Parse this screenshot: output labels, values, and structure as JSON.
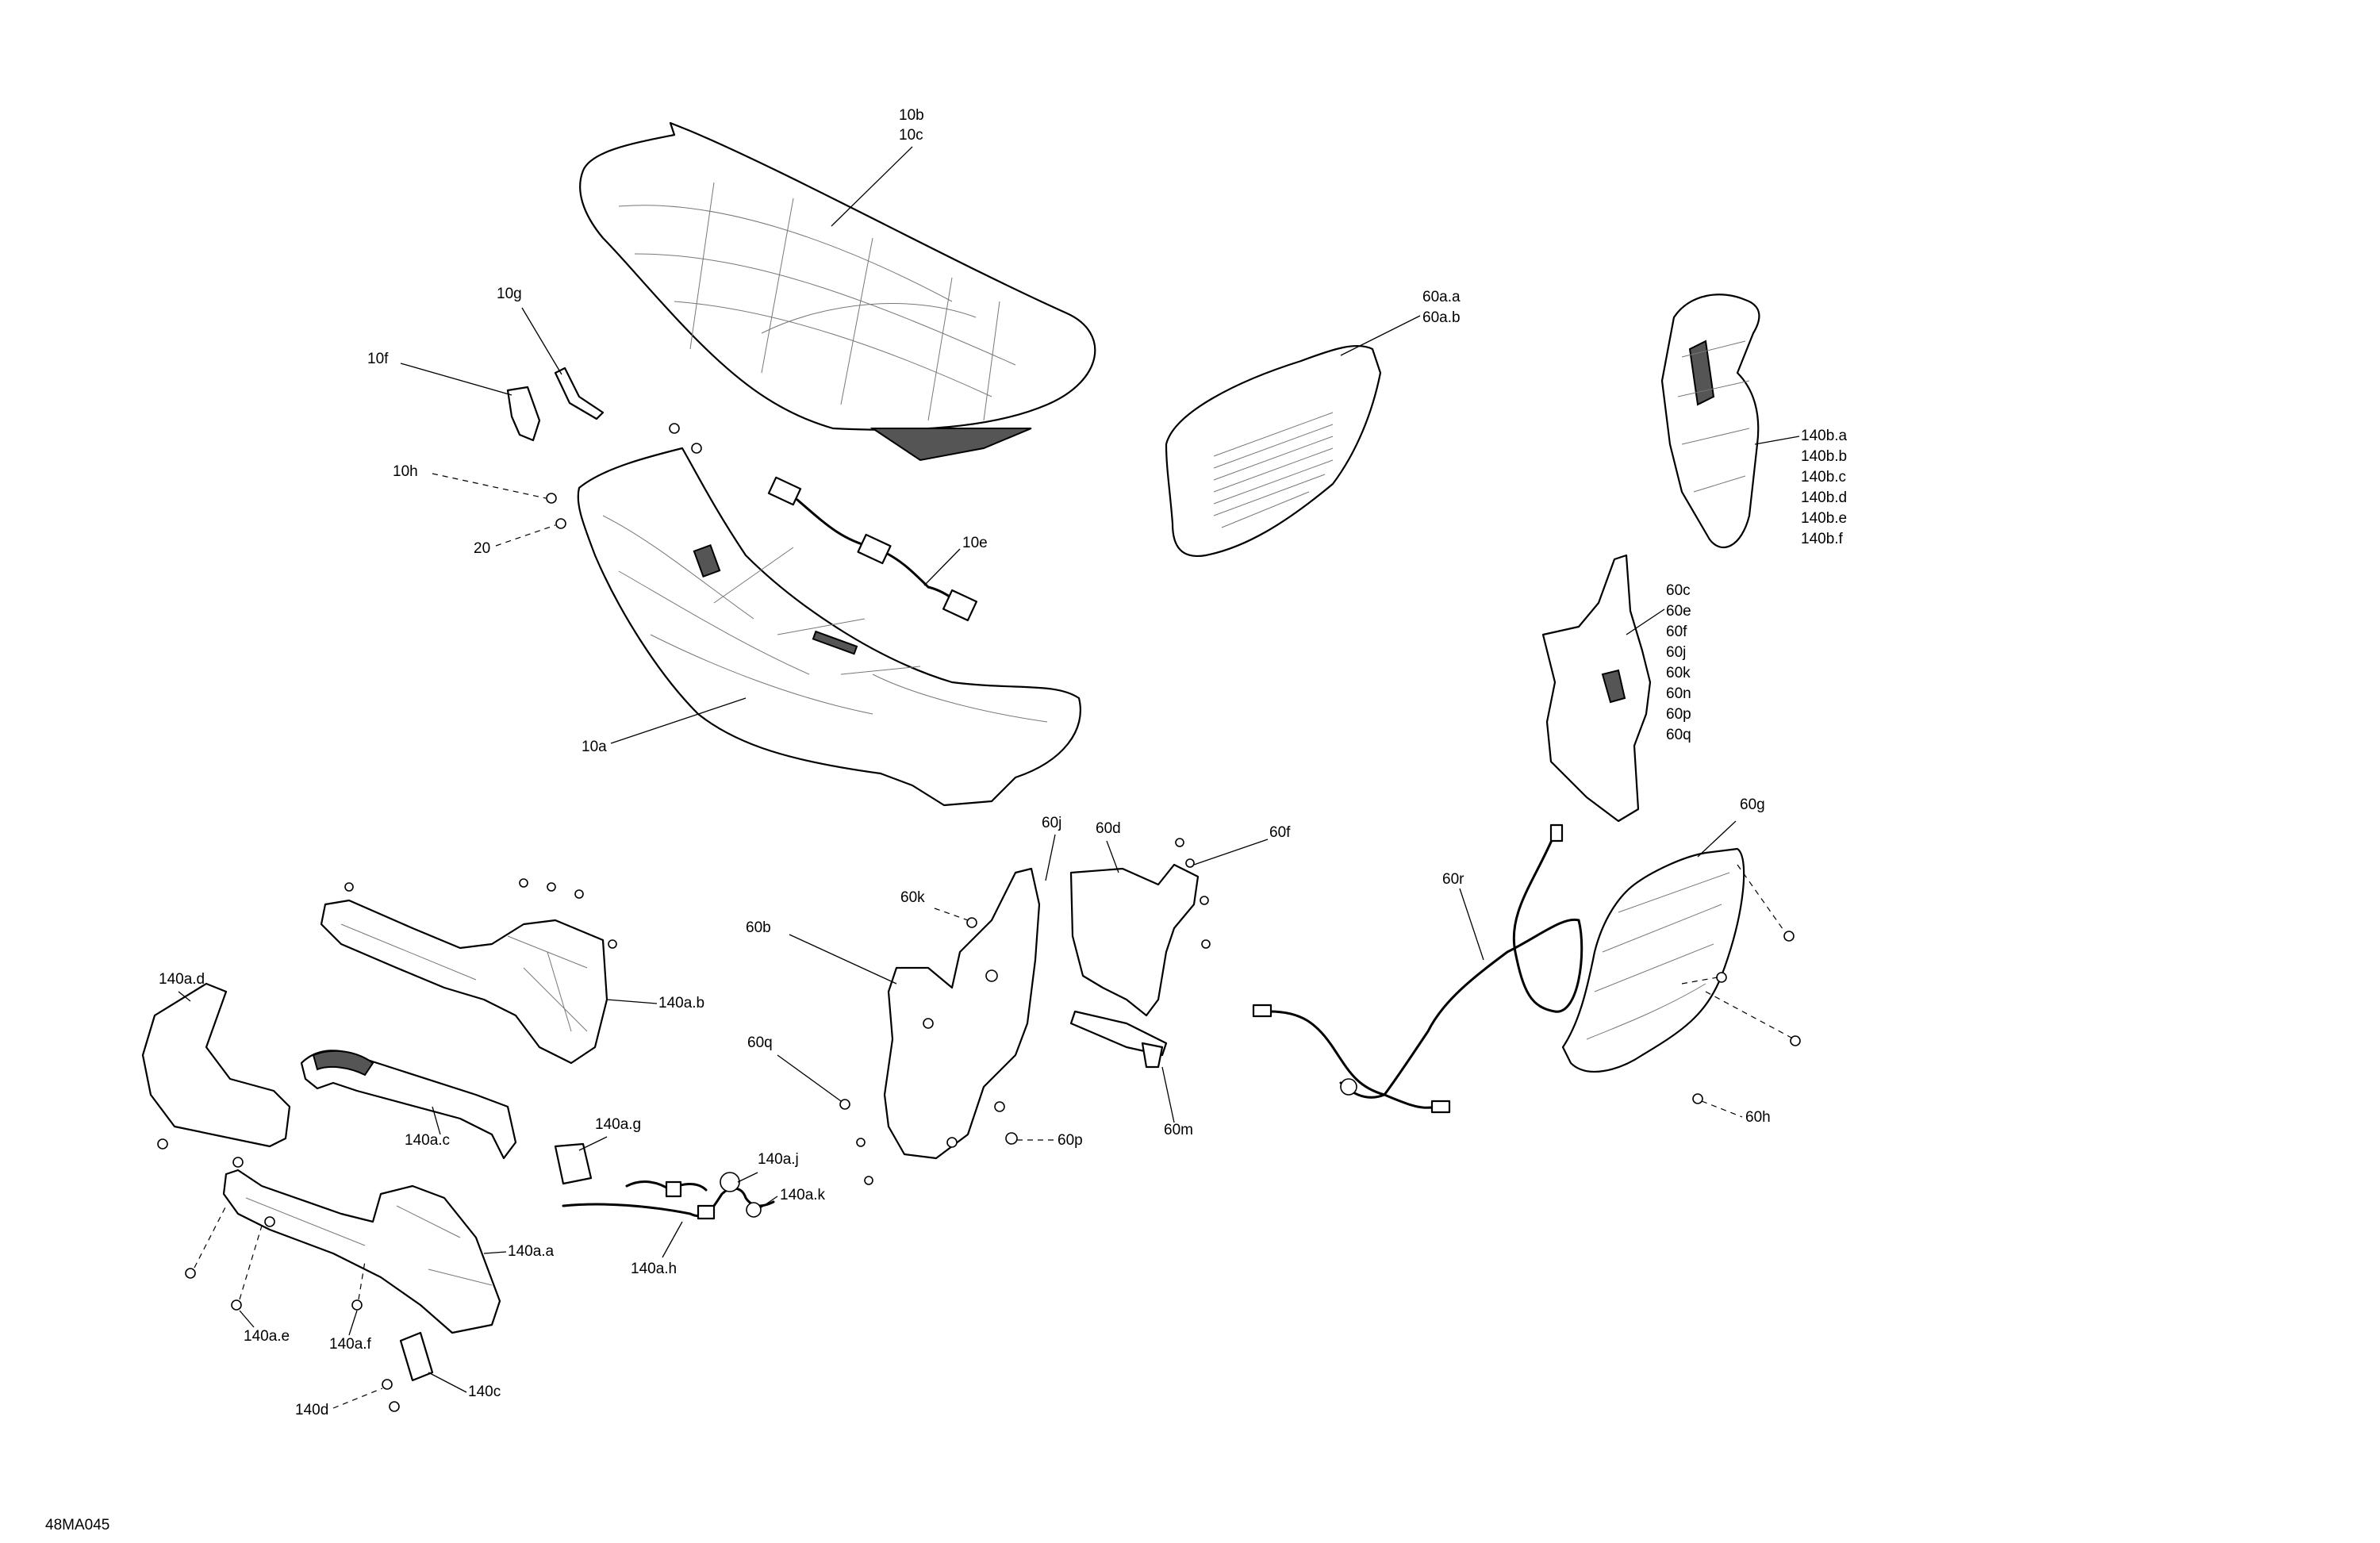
{
  "diagram_code": "48MA045",
  "callouts": {
    "seat": [
      "10b",
      "10c"
    ],
    "bracket_10g": "10g",
    "bracket_10f": "10f",
    "screw_10h": "10h",
    "nut_20": "20",
    "harness_10e": "10e",
    "seat_base": "10a",
    "lower_cover": [
      "60a.a",
      "60a.b"
    ],
    "upper_side_panel": [
      "140b.a",
      "140b.b",
      "140b.c",
      "140b.d",
      "140b.e",
      "140b.f"
    ],
    "mirror_bracket_group": [
      "60c",
      "60e",
      "60f",
      "60j",
      "60k",
      "60n",
      "60p",
      "60q"
    ],
    "side_panel_60g": "60g",
    "screw_60h": "60h",
    "cable_60r": "60r",
    "bracket_60d": "60d",
    "screw_60f": "60f",
    "screw_60j": "60j",
    "screw_60k": "60k",
    "support_60b": "60b",
    "screw_60q": "60q",
    "nut_60p": "60p",
    "bracket_60m": "60m",
    "rail_140ab": "140a.b",
    "end_cap_140ad": "140a.d",
    "handle_140ac": "140a.c",
    "switch_140ag": "140a.g",
    "connector_140aj": "140a.j",
    "connector_140ak": "140a.k",
    "harness_140ah": "140a.h",
    "panel_140aa": "140a.a",
    "screw_140ae": "140a.e",
    "screw_140af": "140a.f",
    "plate_140c": "140c",
    "screw_140d": "140d"
  }
}
